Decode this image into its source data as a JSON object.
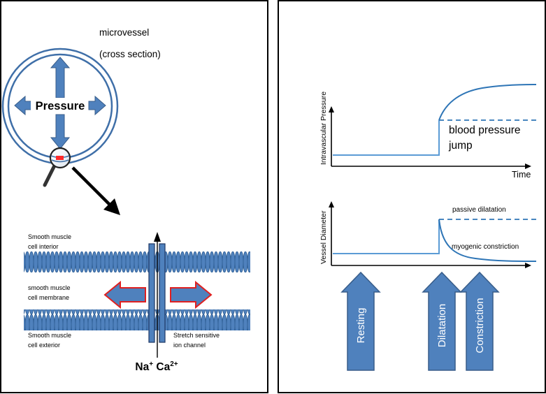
{
  "left_panel": {
    "vessel_title_line1": "microvessel",
    "vessel_title_line2": "(cross section)",
    "pressure_label": "Pressure",
    "interior_line1": "Smooth muscle",
    "interior_line2": "cell interior",
    "membrane_line1": "smooth muscle",
    "membrane_line2": "cell membrane",
    "exterior_line1": "Smooth muscle",
    "exterior_line2": "cell exterior",
    "channel_line1": "Stretch sensitive",
    "channel_line2": "ion channel",
    "ion_na": "Na",
    "ion_na_sup": "+",
    "ion_ca": " Ca",
    "ion_ca_sup": "2+"
  },
  "right_panel": {
    "top_graph": {
      "ylabel": "Intravascular Pressure",
      "xlabel": "Time",
      "annotation_line1": "blood pressure",
      "annotation_line2": "jump"
    },
    "bottom_graph": {
      "ylabel": "Vessel Diameter",
      "annotation_passive": "passive dilatation",
      "annotation_myogenic": "myogenic constriction"
    },
    "phase_arrows": [
      "Resting",
      "Dilatation",
      "Constriction"
    ]
  },
  "colors": {
    "vessel_blue": "#3f6fa8",
    "arrow_fill": "#4f81bd",
    "arrow_border": "#385d8a",
    "curve_blue": "#2e75b6",
    "baseline_blue": "#5b9bd5",
    "red_outline": "#e02020",
    "panel_border": "#000000"
  }
}
